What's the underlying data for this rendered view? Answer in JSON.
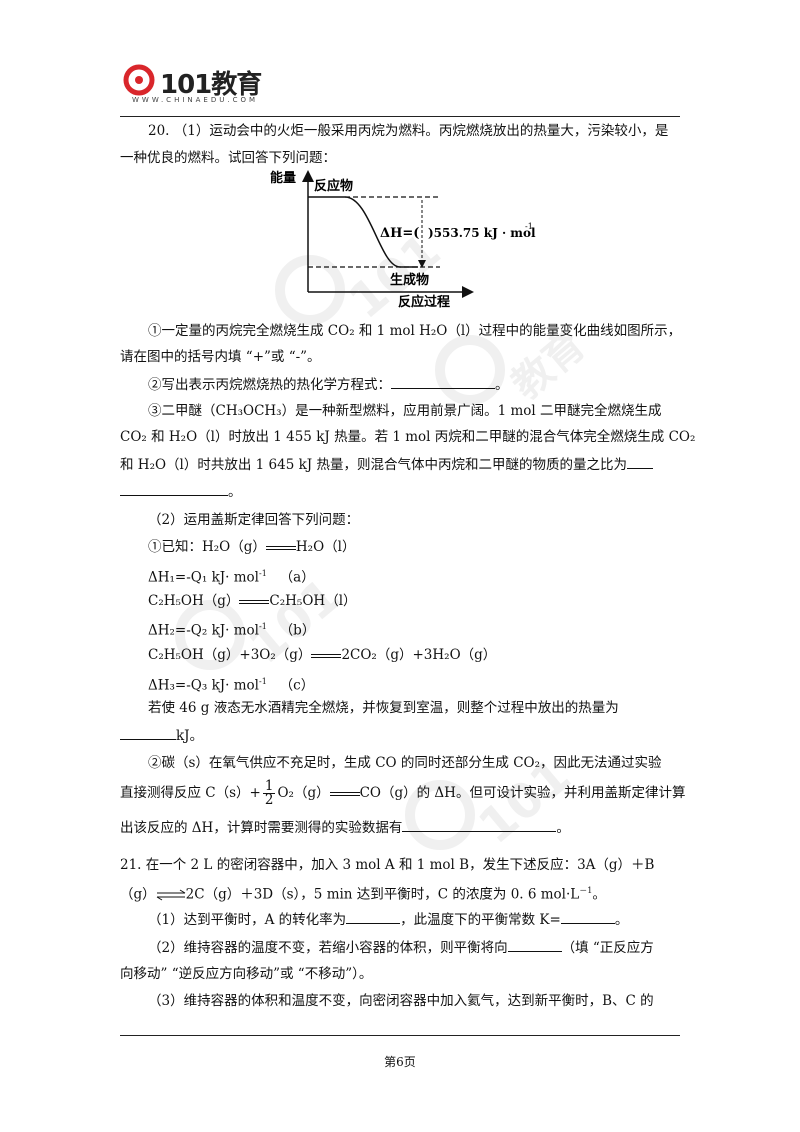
{
  "header": {
    "logo_main": "101教育",
    "logo_sub": "WWW.CHINAEDU.COM"
  },
  "q20": {
    "line1": "20. （1）运动会中的火炬一般采用丙烷为燃料。丙烷燃烧放出的热量大，污染较小，是",
    "line2": "一种优良的燃料。试回答下列问题：",
    "diagram": {
      "y_label": "能量",
      "reactant": "反应物",
      "product": "生成物",
      "x_label": "反应过程",
      "dh_prefix": "ΔH=(",
      "dh_value": ")553.75 kJ · mol",
      "dh_sup": "-1"
    },
    "p1_a": "①一定量的丙烷完全燃烧生成 CO₂ 和 1 mol H₂O（l）过程中的能量变化曲线如图所示，",
    "p1_b": "请在图中的括号内填 “+”或 “-”。",
    "p2_a": "②写出表示丙烷燃烧热的热化学方程式：",
    "p2_end": "。",
    "p3_a": "③二甲醚（CH₃OCH₃）是一种新型燃料，应用前景广阔。1 mol 二甲醚完全燃烧生成",
    "p3_b": "CO₂ 和 H₂O（l）时放出 1 455 kJ 热量。若 1 mol 丙烷和二甲醚的混合气体完全燃烧生成 CO₂",
    "p3_c": "和 H₂O（l）时共放出 1 645 kJ 热量，则混合气体中丙烷和二甲醚的物质的量之比为",
    "p3_end": "。",
    "part2_title": "（2）运用盖斯定律回答下列问题：",
    "eq1_left": "①已知：H₂O（g）",
    "eq1_right": "H₂O（l）",
    "dh1": "ΔH₁=-Q₁  kJ· mol",
    "dh1_sup": "-1",
    "dh1_tag": "（a）",
    "eq2_left": "C₂H₅OH（g）",
    "eq2_right": "C₂H₅OH（l）",
    "dh2": "ΔH₂=-Q₂  kJ· mol",
    "dh2_sup": "-1",
    "dh2_tag": "（b）",
    "eq3_left": "C₂H₅OH（g）+3O₂（g）",
    "eq3_right": "2CO₂（g）+3H₂O（g）",
    "dh3": "ΔH₃=-Q₃  kJ· mol",
    "dh3_sup": "-1",
    "dh3_tag": "（c）",
    "p4_a": "若使 46 g 液态无水酒精完全燃烧，并恢复到室温，则整个过程中放出的热量为",
    "p4_b": "kJ。",
    "p5_a": "②碳（s）在氧气供应不充足时，生成 CO 的同时还部分生成 CO₂，因此无法通过实验",
    "p5_b1": "直接测得反应 C（s）+",
    "p5_frac_num": "1",
    "p5_frac_den": "2",
    "p5_b2": "O₂（g）",
    "p5_b3": "CO（g）的 ΔH。但可设计实验，并利用盖斯定律计算",
    "p5_c": "出该反应的 ΔH，计算时需要测得的实验数据有",
    "p5_end": "。"
  },
  "q21": {
    "line1": "21. 在一个 2 L 的密闭容器中，加入 3 mol A 和 1 mol B，发生下述反应：3A（g）＋B",
    "line2_a": "（g）",
    "line2_b": "2C（g）＋3D（s），5 min 达到平衡时，C 的浓度为 0. 6 mol·L",
    "line2_sup": "－1",
    "line2_end": "。",
    "s1_a": "（1）达到平衡时，A 的转化率为",
    "s1_b": "，此温度下的平衡常数 K=",
    "s1_end": "。",
    "s2_a": "（2）维持容器的温度不变，若缩小容器的体积，则平衡将向",
    "s2_b": "（填 “正反应方",
    "s2_c": "向移动” “逆反应方向移动”或 “不移动”）。",
    "s3_a": "（3）维持容器的体积和温度不变，向密闭容器中加入氦气，达到新平衡时，B、C 的"
  },
  "footer": {
    "page": "第6页"
  }
}
